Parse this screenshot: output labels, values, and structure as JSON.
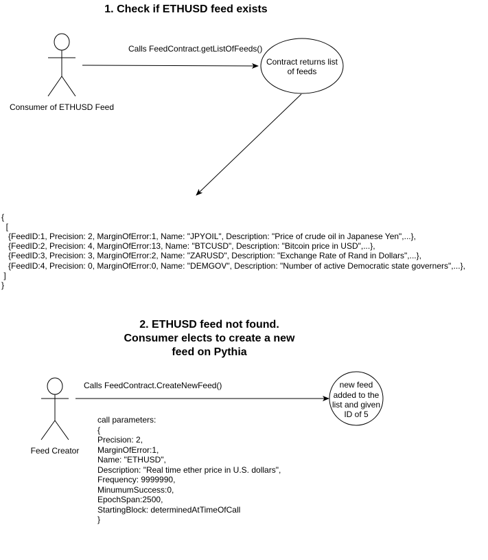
{
  "section1": {
    "title": "1. Check if ETHUSD feed exists",
    "actor_label": "Consumer of ETHUSD Feed",
    "call_label": "Calls FeedContract.getListOfFeeds()",
    "ellipse_lines": [
      "Contract returns list",
      "of feeds"
    ],
    "feed_list_lines": [
      "{",
      "  [",
      "   {FeedID:1, Precision: 2, MarginOfError:1, Name: \"JPYOIL\", Description: \"Price of crude oil in Japanese Yen\",...},",
      "   {FeedID:2, Precision: 4, MarginOfError:13, Name: \"BTCUSD\", Description: \"Bitcoin price in USD\",...},",
      "   {FeedID:3, Precision: 3, MarginOfError:2, Name: \"ZARUSD\", Description: \"Exchange Rate of Rand in Dollars\",...},",
      "   {FeedID:4, Precision: 0, MarginOfError:0, Name: \"DEMGOV\", Description: \"Number of active Democratic state governers\",...},",
      " ]",
      "}"
    ]
  },
  "section2": {
    "title_lines": [
      "2. ETHUSD feed not found.",
      "Consumer elects to create a new",
      "feed on Pythia"
    ],
    "actor_label": "Feed Creator",
    "call_label": "Calls FeedContract.CreateNewFeed()",
    "circle_lines": [
      "new feed",
      "added to the",
      "list and given",
      "ID of 5"
    ],
    "params_lines": [
      "call parameters:",
      "{",
      "Precision: 2,",
      "MarginOfError:1,",
      "Name: \"ETHUSD\",",
      "Description: \"Real time ether price in U.S. dollars\",",
      "Frequency: 9999990,",
      "MinumumSuccess:0,",
      "EpochSpan:2500,",
      "StartingBlock: determinedAtTimeOfCall",
      "}"
    ]
  }
}
